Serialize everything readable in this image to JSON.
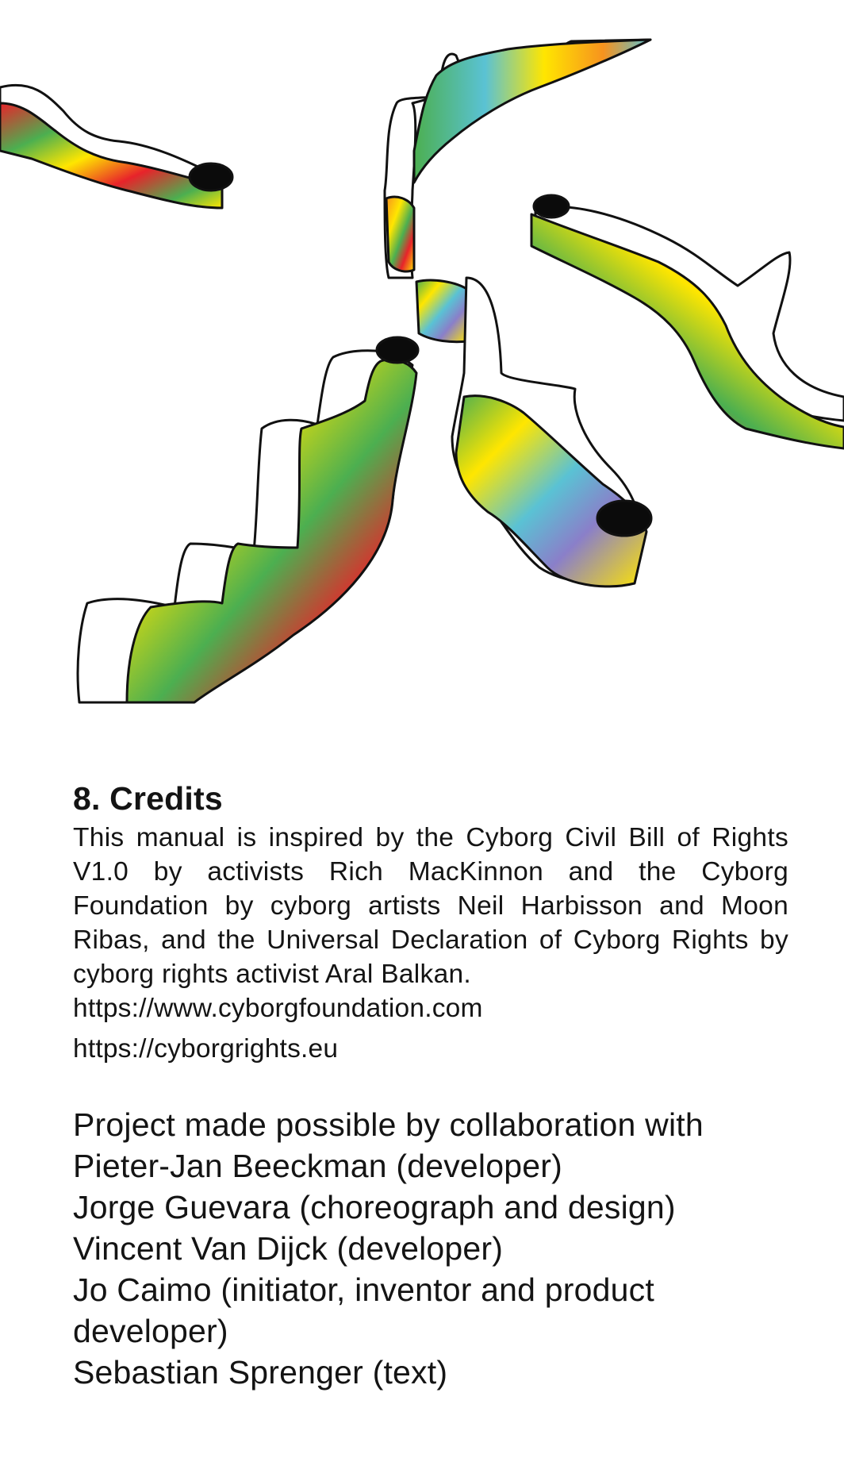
{
  "illustration": {
    "description_icon": "colorful-ribbon-illustration",
    "colors": [
      "#e8232a",
      "#f7931e",
      "#ffe600",
      "#5ac2d4",
      "#4caf50",
      "#8a7fc9"
    ]
  },
  "section": {
    "heading": "8. Credits",
    "intro": "This manual is inspired by the Cyborg Civil Bill of Rights V1.0 by activists Rich MacKinnon and the Cyborg Foundation by cyborg artists Neil Harbisson and Moon Ribas, and the Universal Declaration of Cyborg Rights by cyborg rights activist Aral Balkan.",
    "links": [
      "https://www.cyborgfoundation.com",
      "https://cyborgrights.eu"
    ]
  },
  "collaboration": {
    "title": "Project made possible by collaboration with",
    "people": [
      "Pieter-Jan Beeckman (developer)",
      "Jorge Guevara (choreograph and design)",
      "Vincent Van Dijck (developer)",
      "Jo Caimo (initiator, inventor and product developer)",
      "Sebastian Sprenger (text)"
    ]
  }
}
